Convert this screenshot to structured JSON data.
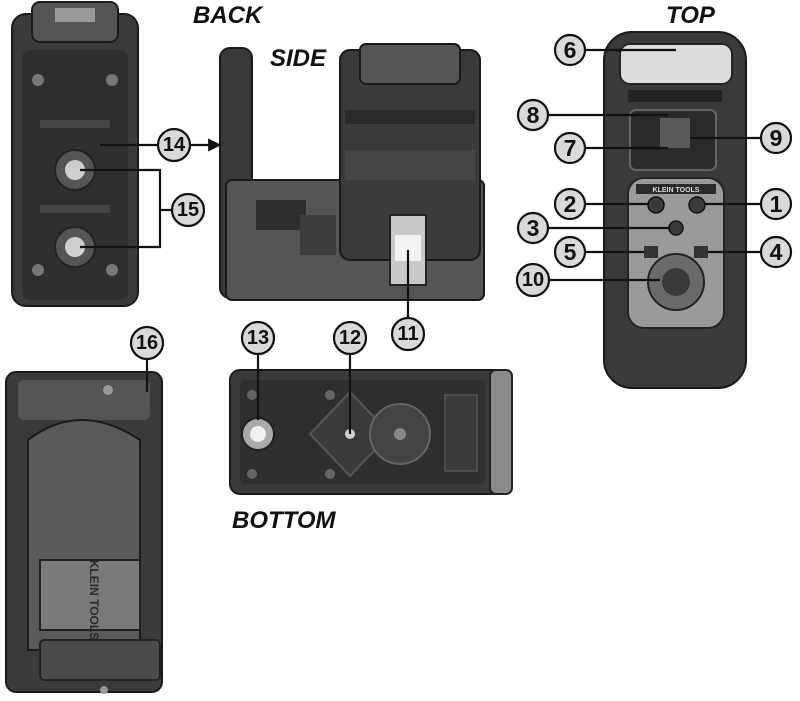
{
  "views": {
    "back": "BACK",
    "side": "SIDE",
    "top": "TOP",
    "bottom": "BOTTOM"
  },
  "brand": "KLEIN TOOLS",
  "callouts": {
    "c1": "1",
    "c2": "2",
    "c3": "3",
    "c4": "4",
    "c5": "5",
    "c6": "6",
    "c7": "7",
    "c8": "8",
    "c9": "9",
    "c10": "10",
    "c11": "11",
    "c12": "12",
    "c13": "13",
    "c14": "14",
    "c15": "15",
    "c16": "16"
  },
  "colors": {
    "ink": "#111111",
    "body": "#3a3a3a",
    "callout_fill": "#d9d9d9"
  }
}
